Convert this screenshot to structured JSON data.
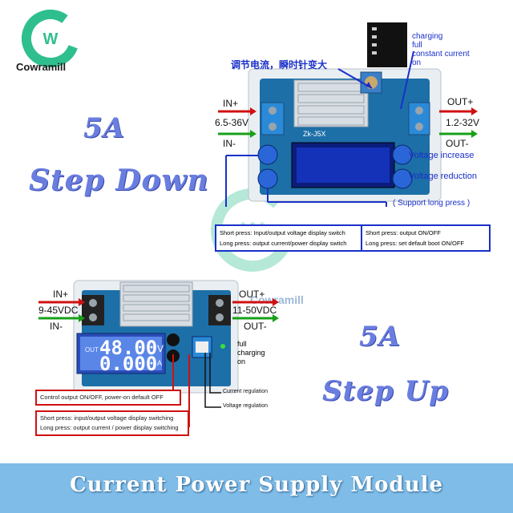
{
  "brand": {
    "name": "Cowramill",
    "logo_letter": "W",
    "watermark_text": "Cowramill"
  },
  "colors": {
    "logo_green": "#2fbf8f",
    "arrow_red": "#d01010",
    "arrow_green": "#18a018",
    "line_blue": "#1a30c8",
    "footer_bg": "#7fbde8",
    "script_text": "#6a7ee0",
    "pcb_blue": "#1d6fa8"
  },
  "step_down": {
    "title_line1": "5A",
    "title_line2": "Step Down",
    "chinese_note": "调节电流，瞬时针变大",
    "in_plus": "IN+",
    "in_range": "6.5-36V",
    "in_minus": "IN-",
    "out_plus": "OUT+",
    "out_range": "1.2-32V",
    "out_minus": "OUT-",
    "led_labels": [
      "charging",
      "full",
      "constant current",
      "on"
    ],
    "board_model": "Zk-J5X",
    "voltage_increase": "Voltage increase",
    "voltage_reduction": "Voltage reduction",
    "support_long_press": "( Support long press )",
    "left_box": [
      "Short press: Input/output voltage display switch",
      "Long press: output current/power display switch"
    ],
    "right_box": [
      "Short press: output ON/OFF",
      "Long press: set default boot ON/OFF"
    ]
  },
  "step_up": {
    "title_line1": "5A",
    "title_line2": "Step Up",
    "in_plus": "IN+",
    "in_range": "9-45VDC",
    "in_minus": "IN-",
    "out_plus": "OUT+",
    "out_range": "11-50VDC",
    "out_minus": "OUT-",
    "lcd_voltage": "48.00",
    "lcd_voltage_unit": "V",
    "lcd_current": "0.000",
    "lcd_current_unit": "A",
    "lcd_label": "OUT",
    "side_labels": [
      "full",
      "charging",
      "on"
    ],
    "current_regulation": "Current regulation",
    "voltage_regulation": "Voltage regulation",
    "control_box": "Control output ON/OFF, power-on default OFF",
    "press_box": [
      "Short press: input/output voltage display switching",
      "Long press: output current / power display switching"
    ]
  },
  "footer": {
    "text": "Current Power Supply Module"
  }
}
